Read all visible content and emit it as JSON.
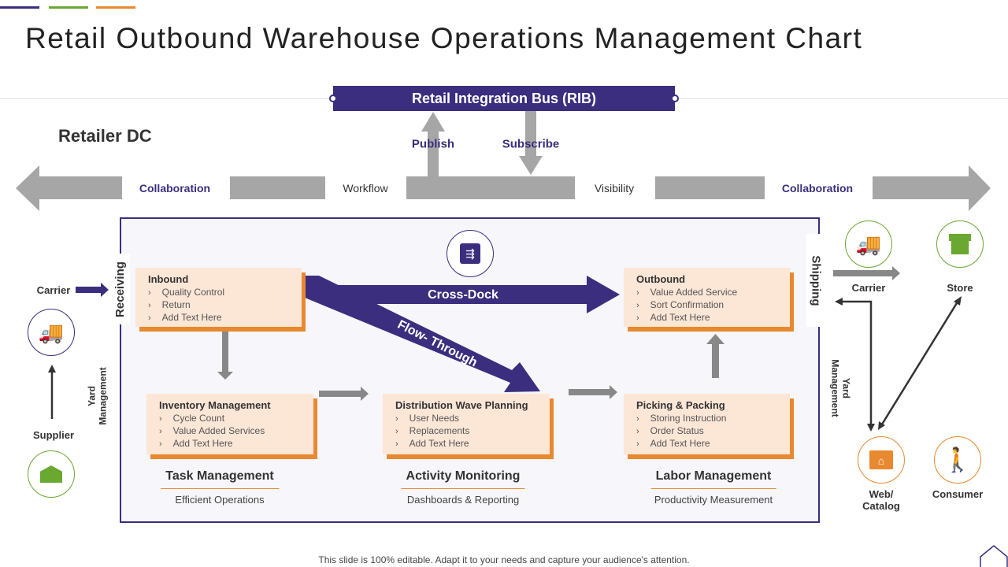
{
  "title": "Retail Outbound Warehouse Operations Management Chart",
  "colors": {
    "primary": "#3b2e7e",
    "green": "#6aa832",
    "orange": "#e8892f",
    "gray": "#a6a6a6",
    "box": "#fce6d6"
  },
  "rib": "Retail Integration Bus (RIB)",
  "publish": "Publish",
  "subscribe": "Subscribe",
  "retailer_dc": "Retailer DC",
  "band": [
    "Collaboration",
    "Workflow",
    "Visibility",
    "Collaboration"
  ],
  "receiving": "Receiving",
  "shipping": "Shipping",
  "yard": "Yard Management",
  "cross_dock": "Cross-Dock",
  "flow_through": "Flow- Through",
  "boxes": {
    "inbound": {
      "title": "Inbound",
      "items": [
        "Quality Control",
        "Return",
        "Add Text Here"
      ]
    },
    "inventory": {
      "title": "Inventory Management",
      "items": [
        "Cycle Count",
        "Value Added Services",
        "Add Text Here"
      ]
    },
    "distribution": {
      "title": "Distribution Wave Planning",
      "items": [
        "User Needs",
        "Replacements",
        "Add Text Here"
      ]
    },
    "picking": {
      "title": "Picking & Packing",
      "items": [
        "Storing Instruction",
        "Order Status",
        "Add Text Here"
      ]
    },
    "outbound": {
      "title": "Outbound",
      "items": [
        "Value Added Service",
        "Sort Confirmation",
        "Add Text Here"
      ]
    }
  },
  "sections": [
    {
      "title": "Task Management",
      "sub": "Efficient Operations"
    },
    {
      "title": "Activity Monitoring",
      "sub": "Dashboards & Reporting"
    },
    {
      "title": "Labor Management",
      "sub": "Productivity Measurement"
    }
  ],
  "left": {
    "carrier": "Carrier",
    "supplier": "Supplier"
  },
  "right": {
    "carrier": "Carrier",
    "store": "Store",
    "web": "Web/ Catalog",
    "consumer": "Consumer"
  },
  "icons": {
    "carrier_left": "delivery-truck-icon",
    "supplier": "warehouse-icon",
    "center": "routing-icon",
    "carrier_right": "delivery-truck-icon",
    "store": "store-icon",
    "web": "web-home-icon",
    "consumer": "shopper-icon",
    "home": "home-icon"
  },
  "footer": "This slide is 100% editable. Adapt it to your needs and capture your audience's attention."
}
